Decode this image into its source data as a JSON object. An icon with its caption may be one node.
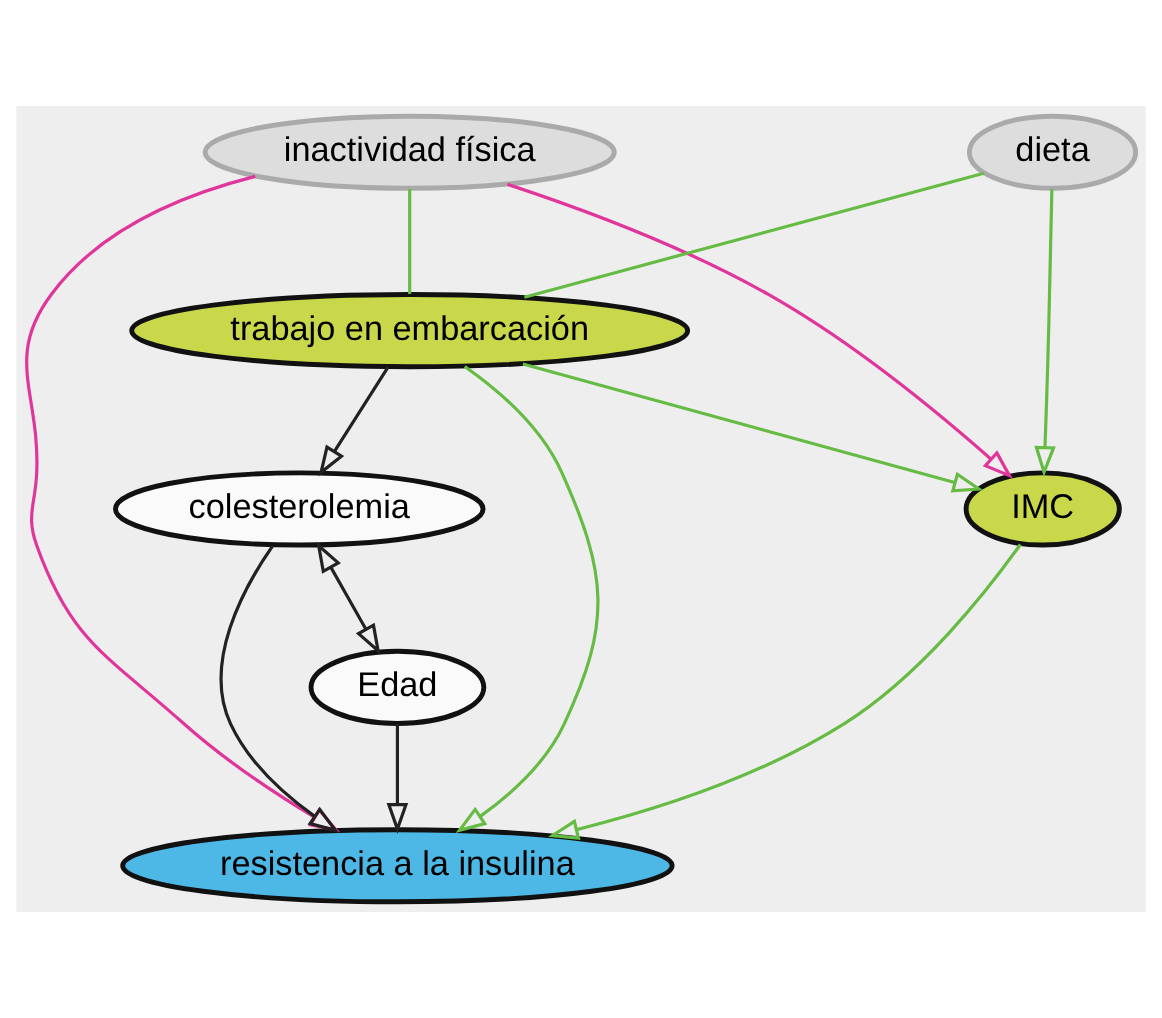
{
  "diagram": {
    "nodes": [
      {
        "text": [
          "inactividad física"
        ]
      },
      {
        "text": [
          "dieta"
        ]
      },
      {
        "text": [
          "IMC"
        ]
      },
      {
        "text": [
          "trabajo en embarcación"
        ]
      },
      {
        "text": [
          "resistencia a la insulina"
        ]
      },
      {
        "text": [
          "colesterolemia"
        ]
      },
      {
        "text": [
          "Edad"
        ]
      }
    ],
    "edges": [
      {
        "from": 0,
        "to": 2,
        "arrow": "to",
        "color": "#e0359a"
      },
      {
        "from": 0,
        "to": 4,
        "arrow": "to",
        "color": "#e0359a"
      },
      {
        "from": 1,
        "to": 2,
        "arrow": "to"
      },
      {
        "from": 1,
        "to": 3,
        "arrow": "none"
      },
      {
        "from": 0,
        "to": 3,
        "arrow": "none"
      },
      {
        "from": 3,
        "to": 2,
        "arrow": "to"
      },
      {
        "from": 3,
        "to": 4,
        "arrow": "to"
      },
      {
        "from": 2,
        "to": 4,
        "arrow": "to"
      },
      {
        "from": 3,
        "to": 5,
        "arrow": "to",
        "color": "#222222"
      },
      {
        "from": 5,
        "to": 4,
        "arrow": "to",
        "color": "#222222"
      },
      {
        "from": 5,
        "to": 6,
        "arrow": "both",
        "color": "#222222"
      },
      {
        "from": 6,
        "to": 4,
        "arrow": "to",
        "color": "#222222"
      }
    ]
  }
}
